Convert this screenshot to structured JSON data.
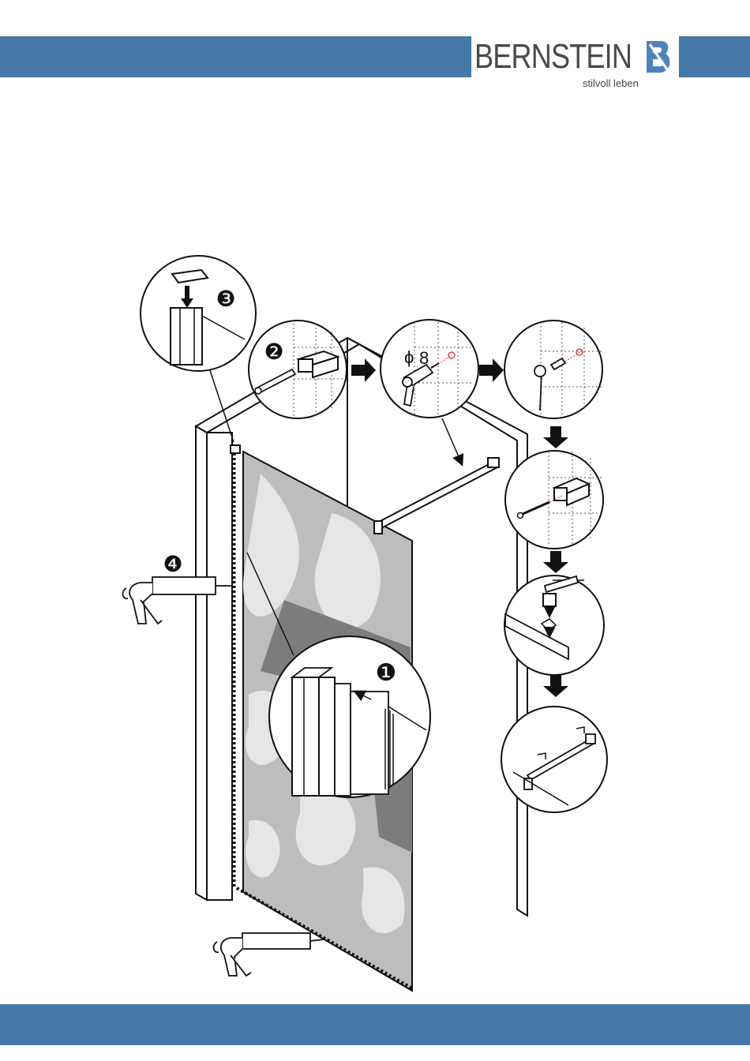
{
  "brand": {
    "name": "BERNSTEIN",
    "tagline": "stilvoll leben",
    "colors": {
      "band": "#4678a8",
      "logo_text": "#4a4a4a",
      "logo_mark": "#4f83b8"
    }
  },
  "steps": {
    "step1": "❶",
    "step2": "❷",
    "step3": "❸",
    "step4": "❹"
  },
  "drill": {
    "diameter_symbol": "ϕ",
    "diameter_value": "8"
  },
  "icons": [
    "arrow-right-icon",
    "arrow-down-icon",
    "drill-icon",
    "pencil-icon",
    "caulk-gun-icon",
    "screw-icon",
    "dowel-icon"
  ]
}
